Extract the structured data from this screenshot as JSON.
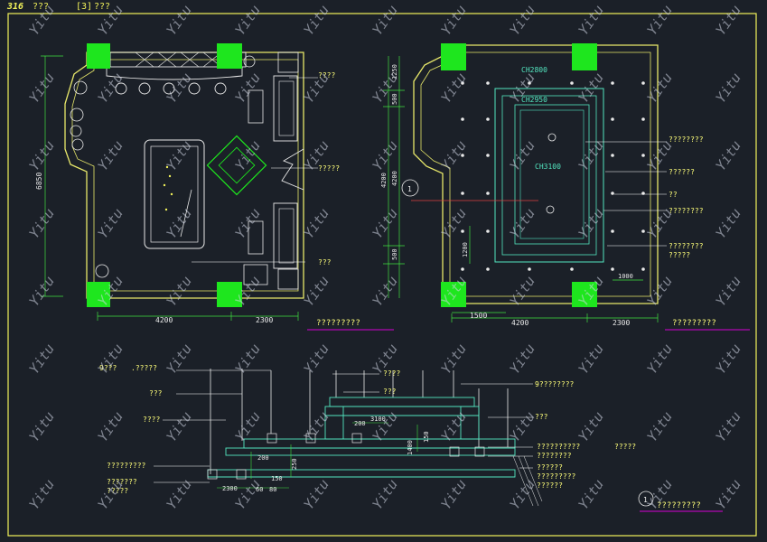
{
  "header": {
    "sheet_no": "316",
    "sheet_name": "???",
    "view_tag": "[3]",
    "view_name": "???"
  },
  "colors": {
    "background": "#1b2028",
    "frame": "#f2f25a",
    "wall": "#e8e86a",
    "column": "#1ee61e",
    "fixture": "#e9e9e9",
    "dimension": "#3fe03f",
    "leader": "#ffffff",
    "annotation": "#ffff7a",
    "ceiling": "#53e6c0",
    "underline": "#d400d4",
    "watermark": "#cfd6e4"
  },
  "watermark_text": "Yitu",
  "plan_left": {
    "dims_bottom": [
      "4200",
      "2300"
    ],
    "dim_left": "6850",
    "labels": [
      "????",
      "?????",
      "???"
    ],
    "title": "?????????"
  },
  "plan_right": {
    "dims_bottom": [
      "1500",
      "4200",
      "2300"
    ],
    "dims_left": [
      "1250",
      "500",
      "4200",
      "500"
    ],
    "dim_inner_left": "1200",
    "dim_inner_bottom": "1000",
    "ceiling_heights": [
      "CH2800",
      "CH2950",
      "CH3100"
    ],
    "labels": [
      "????????",
      "??????",
      "??",
      "????????",
      "????????",
      "?????"
    ],
    "section_marker": "1",
    "title": "?????????"
  },
  "section": {
    "left_labels": [
      "9???",
      ".?????",
      "???",
      "????",
      "?????????",
      "???????",
      "?????"
    ],
    "right_labels": [
      "????",
      "9????????",
      "???",
      "???",
      "??????????",
      "?????",
      "????????",
      "??????",
      "?????????",
      "??????"
    ],
    "dims": [
      "200",
      "3100",
      "200",
      "250",
      "150",
      "2300",
      "150",
      "80",
      "60",
      "1400"
    ],
    "marker": "1",
    "title": "?????????"
  }
}
